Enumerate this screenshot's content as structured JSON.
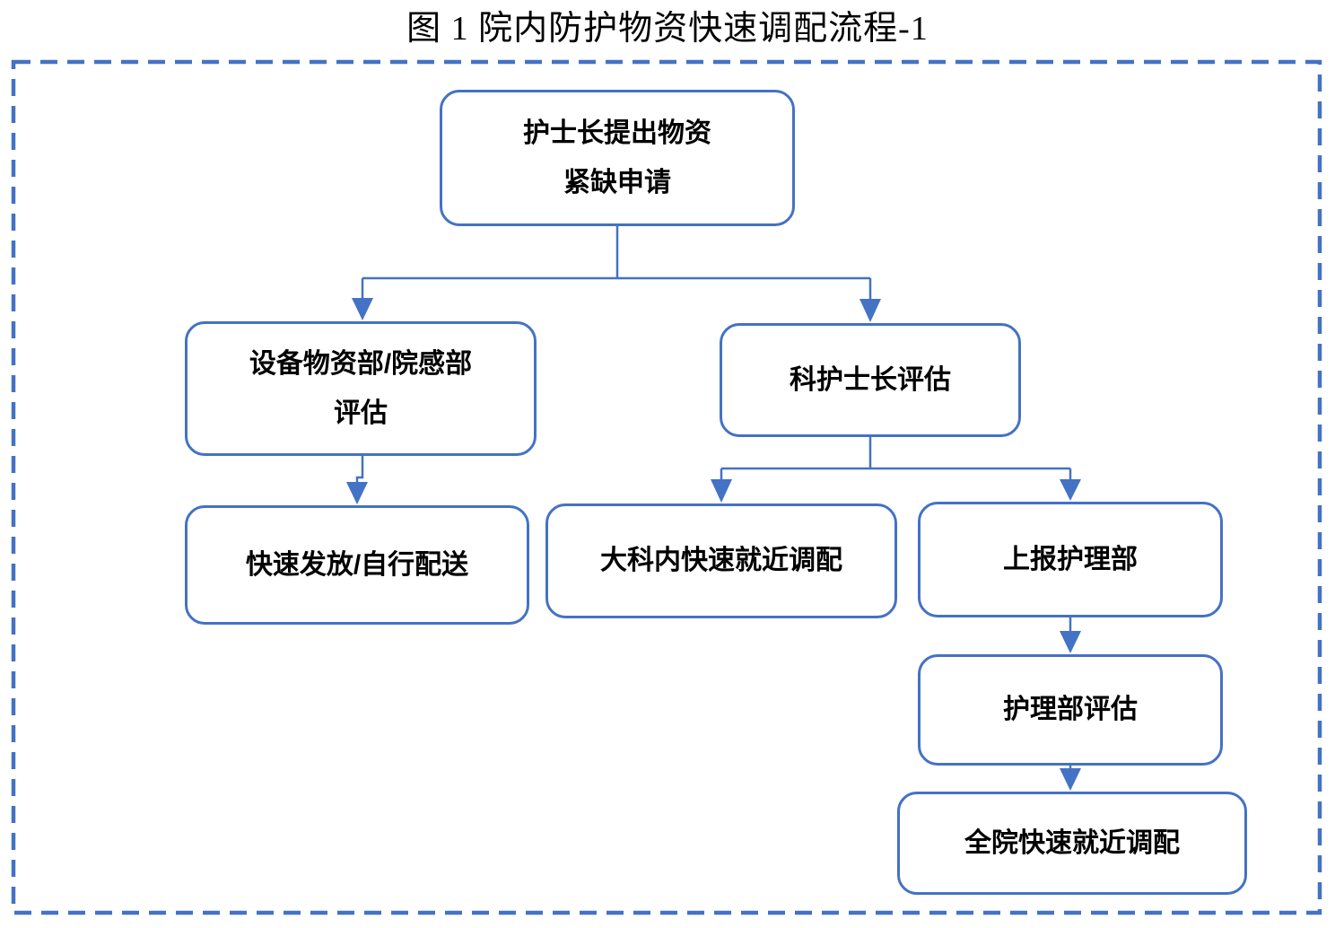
{
  "title": "图 1 院内防护物资快速调配流程-1",
  "colors": {
    "accent": "#4472C4",
    "text": "#000000",
    "background": "#FFFFFF"
  },
  "diagram": {
    "type": "flowchart",
    "nodes": [
      {
        "id": "apply",
        "label": "护士长提出物资\n紧缺申请"
      },
      {
        "id": "equipment_dept_eval",
        "label": "设备物资部/院感部\n评估"
      },
      {
        "id": "head_nurse_eval",
        "label": "科护士长评估"
      },
      {
        "id": "rapid_dispatch",
        "label": "快速发放/自行配送"
      },
      {
        "id": "dept_allocation",
        "label": "大科内快速就近调配"
      },
      {
        "id": "report_nursing",
        "label": "上报护理部"
      },
      {
        "id": "nursing_eval",
        "label": "护理部评估"
      },
      {
        "id": "hospital_allocation",
        "label": "全院快速就近调配"
      }
    ],
    "edges": [
      {
        "from": "apply",
        "to": "equipment_dept_eval"
      },
      {
        "from": "apply",
        "to": "head_nurse_eval"
      },
      {
        "from": "equipment_dept_eval",
        "to": "rapid_dispatch"
      },
      {
        "from": "head_nurse_eval",
        "to": "dept_allocation"
      },
      {
        "from": "head_nurse_eval",
        "to": "report_nursing"
      },
      {
        "from": "report_nursing",
        "to": "nursing_eval"
      },
      {
        "from": "nursing_eval",
        "to": "hospital_allocation"
      }
    ]
  }
}
